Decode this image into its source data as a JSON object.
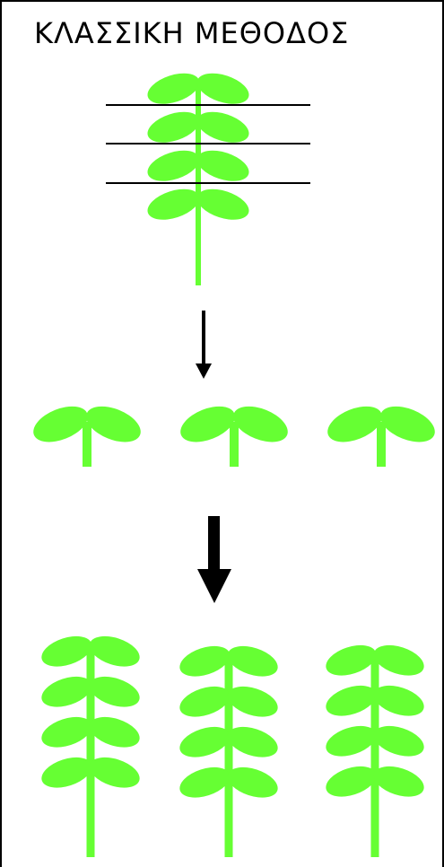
{
  "title": "ΚΛΑΣΣΙΚΗ ΜΕΘΟΔΟΣ",
  "colors": {
    "plant": "#66ff33",
    "line": "#000000",
    "background": "#ffffff"
  },
  "stages": [
    {
      "name": "mother-plant",
      "leaf_pairs": 4,
      "cut_lines": 3
    },
    {
      "name": "cuttings",
      "count": 3,
      "leaf_pairs_each": 1
    },
    {
      "name": "grown-plants",
      "count": 3,
      "leaf_pairs_each": 4
    }
  ],
  "arrows": [
    "thin-arrow-down",
    "thick-arrow-down"
  ]
}
